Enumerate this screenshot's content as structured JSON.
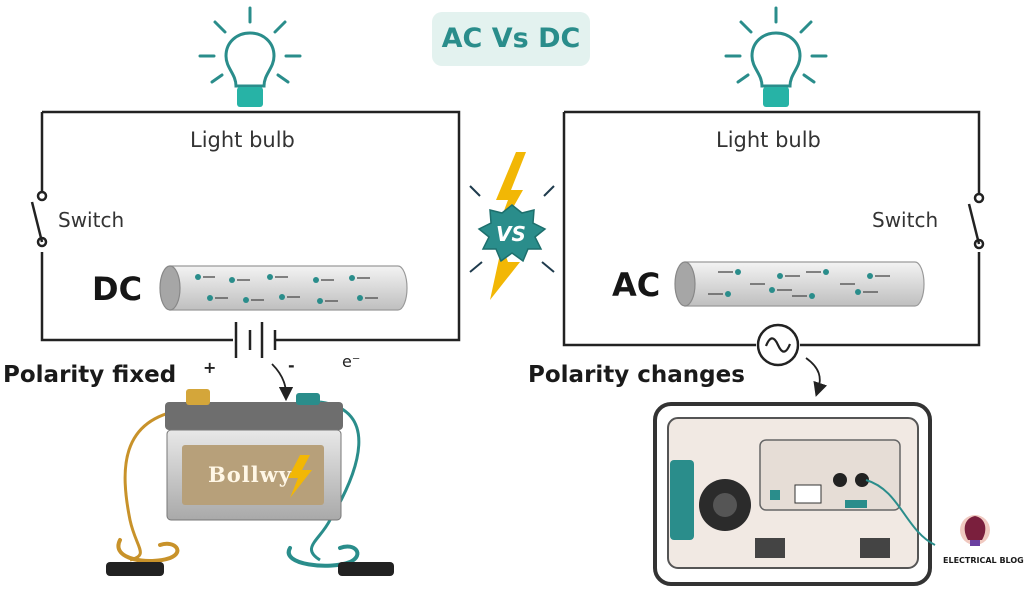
{
  "title": "AC Vs DC",
  "vs_badge": "VS",
  "dc_circuit": {
    "bulb_label": "Light bulb",
    "switch_label": "Switch",
    "current_type": "DC",
    "polarity_text": "Polarity fixed",
    "plus_sign": "+",
    "minus_sign": "-",
    "electron_sign": "e⁻",
    "battery_label": "Bollwy"
  },
  "ac_circuit": {
    "bulb_label": "Light bulb",
    "switch_label": "Switch",
    "current_type": "AC",
    "polarity_text": "Polarity changes"
  },
  "branding": {
    "name": "ELECTRICAL BLOG"
  },
  "colors": {
    "teal": "#2a8d8b",
    "bulb_base": "#27b3a6",
    "copper": "#c8922a",
    "battery_body": "#b7a07a",
    "lightning": "#f2b705"
  },
  "icons": [
    "light-bulb-icon",
    "switch-icon",
    "battery-symbol-icon",
    "ac-source-icon",
    "lightning-icon",
    "battery-icon",
    "generator-icon",
    "logo-icon"
  ]
}
